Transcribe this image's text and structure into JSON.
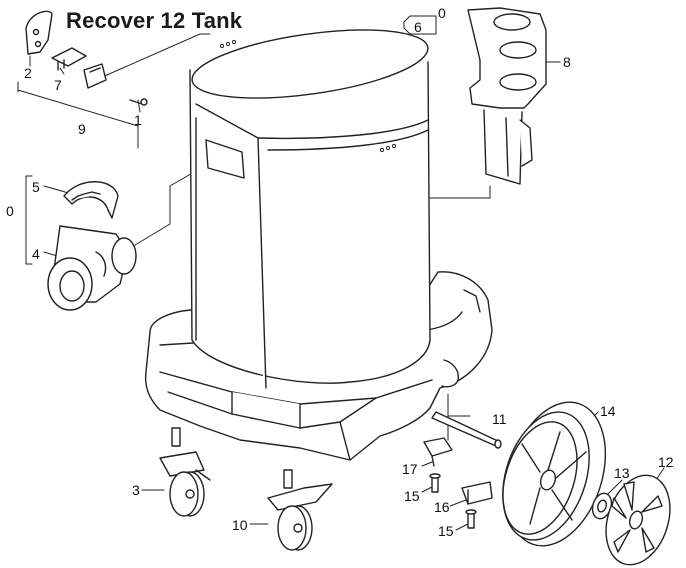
{
  "title": "Recover 12 Tank",
  "callouts": {
    "c0_top": "0",
    "c6": "6",
    "c8": "8",
    "c2": "2",
    "c7": "7",
    "c1": "1",
    "c9": "9",
    "c0_left": "0",
    "c5": "5",
    "c4": "4",
    "c11": "11",
    "c14": "14",
    "c12": "12",
    "c13": "13",
    "c17": "17",
    "c15a": "15",
    "c16": "16",
    "c15b": "15",
    "c3": "3",
    "c10": "10"
  }
}
